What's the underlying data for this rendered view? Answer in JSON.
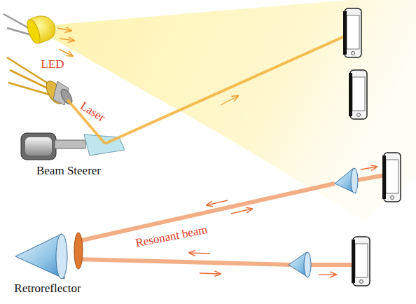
{
  "diagram": {
    "labels": [
      "LED",
      "Laser",
      "Beam Steerer",
      "Resonant beam",
      "Retroreflector"
    ]
  }
}
